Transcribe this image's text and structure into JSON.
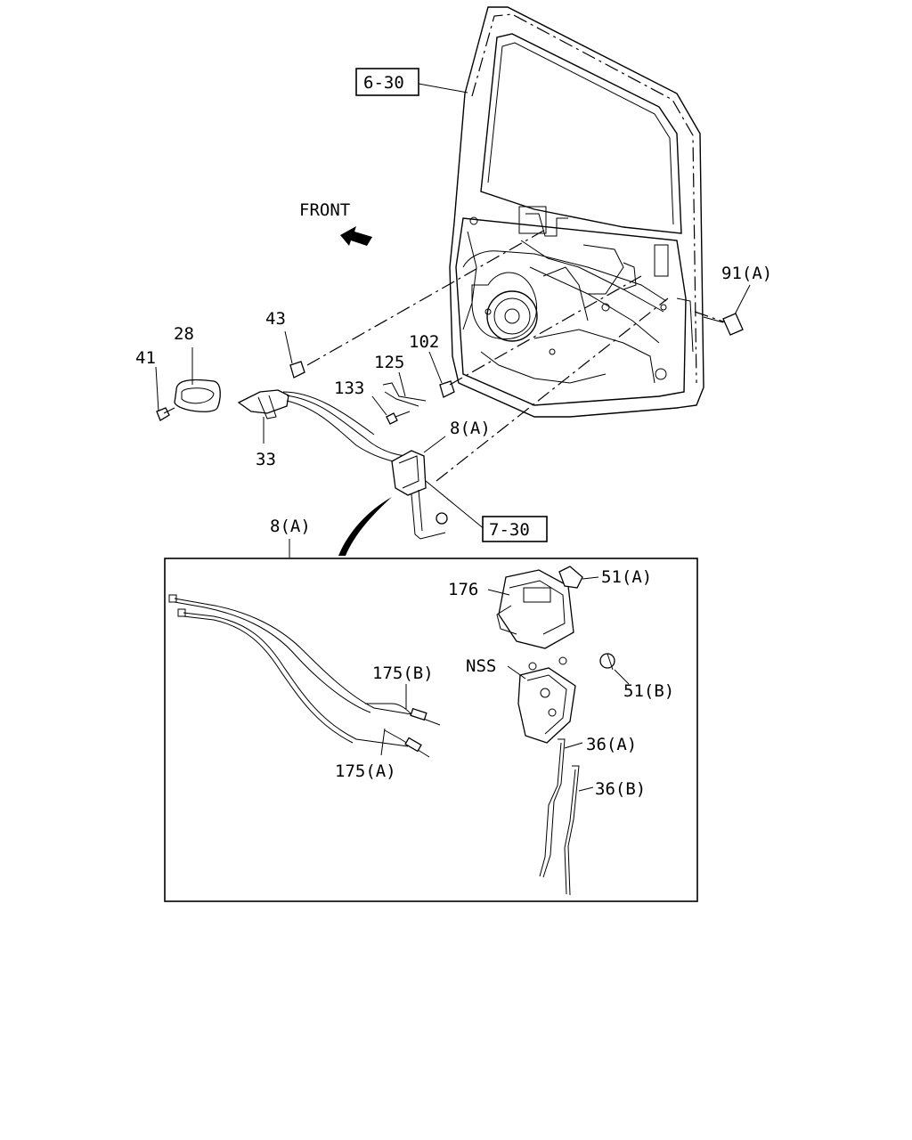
{
  "front_label": "FRONT",
  "callouts": {
    "ref_6_30": "6-30",
    "ref_7_30": "7-30",
    "p91a": "91(A)",
    "p43": "43",
    "p28": "28",
    "p41": "41",
    "p102": "102",
    "p125": "125",
    "p133": "133",
    "p33": "33",
    "p8a_top": "8(A)",
    "p8a_detail": "8(A)",
    "p176": "176",
    "p51a": "51(A)",
    "p51b": "51(B)",
    "nss": "NSS",
    "p175b": "175(B)",
    "p175a": "175(A)",
    "p36a": "36(A)",
    "p36b": "36(B)"
  }
}
